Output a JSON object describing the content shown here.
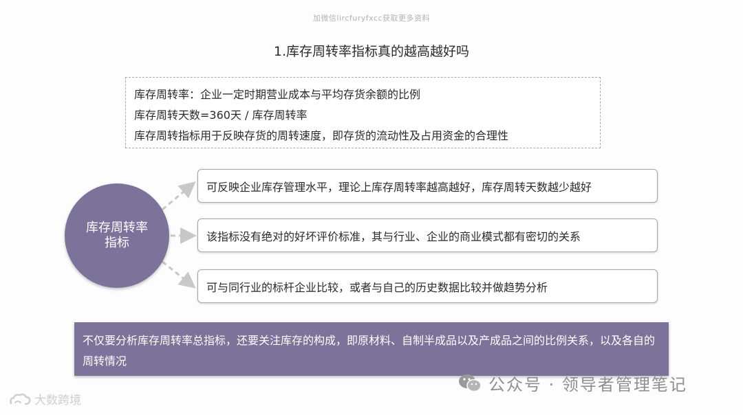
{
  "watermark_top": "加微信lircfuryfxcc获取更多资料",
  "title": "1.库存周转率指标真的越高越好吗",
  "definitions": [
    "库存周转率：企业一定时期营业成本与平均存货余额的比例",
    "库存周转天数=360天 / 库存周转率",
    "库存周转指标用于反映存货的周转速度，即存货的流动性及占用资金的合理性"
  ],
  "center_circle": {
    "label": "库存周转率\n指标"
  },
  "points": [
    "可反映企业库存管理水平，理论上库存周转率越高越好，库存周转天数越少越好",
    "该指标没有绝对的好坏评价标准，其与行业、企业的商业模式都有密切的关系",
    "可与同行业的标杆企业比较，或者与自己的历史数据比较并做趋势分析"
  ],
  "summary": "不仅要分析库存周转率总指标，还要关注库存的构成，即原材料、自制半成品以及产成品之间的比例关系，以及各自的周转情况",
  "wechat_watermark": "公众号 · 领导者管理笔记",
  "corner_logo": "大数跨境",
  "colors": {
    "accent": "#7b7399",
    "box_border": "#a7a3bd",
    "dashed_border": "#a9a9a9",
    "text": "#2a2a2a"
  },
  "icons": [
    "wechat-icon",
    "dashed-arrow-icon",
    "cloud-logo-icon"
  ]
}
